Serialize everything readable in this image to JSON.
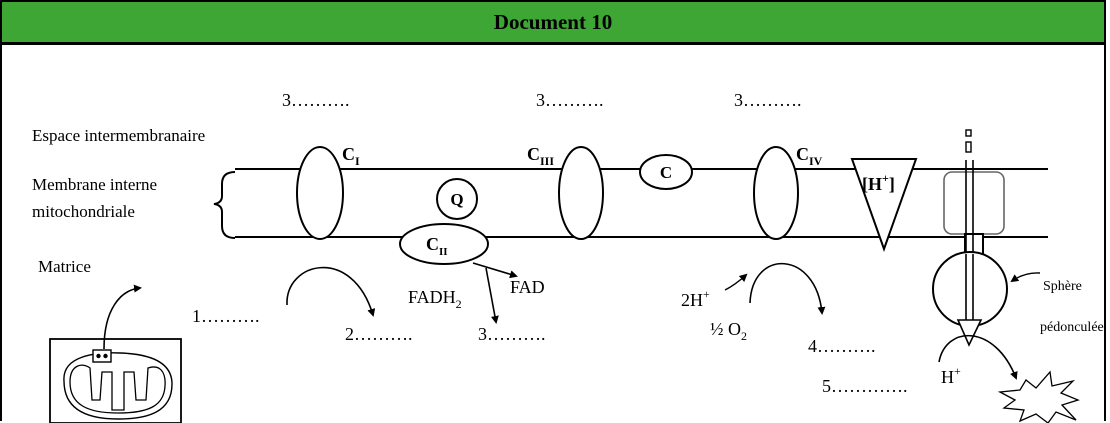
{
  "title": "Document 10",
  "labels": {
    "espace": "Espace intermembranaire",
    "membrane_line1": "Membrane interne",
    "membrane_line2": "mitochondriale",
    "matrice": "Matrice",
    "sphere_line1": "Sphère",
    "sphere_line2": "pédonculée"
  },
  "complexes": {
    "c1_main": "C",
    "c1_sub": "I",
    "c2_main": "C",
    "c2_sub": "II",
    "c3_main": "C",
    "c3_sub": "III",
    "c4_main": "C",
    "c4_sub": "IV",
    "q": "Q",
    "c": "C"
  },
  "proton_gradient": {
    "main": "[H",
    "sup": "+",
    "close": "]"
  },
  "molecules": {
    "fadh2_main": "FADH",
    "fadh2_sub": "2",
    "fad": "FAD",
    "twoh_main": "2H",
    "twoh_sup": "+",
    "o2_main": "½ O",
    "o2_sub": "2",
    "hplus_main": "H",
    "hplus_sup": "+"
  },
  "blanks": {
    "top_3a": "3……….",
    "top_3b": "3……….",
    "top_3c": "3……….",
    "b1": "1……….",
    "b2": "2……….",
    "b3": "3……….",
    "b4": "4……….",
    "b5": "5…………."
  }
}
